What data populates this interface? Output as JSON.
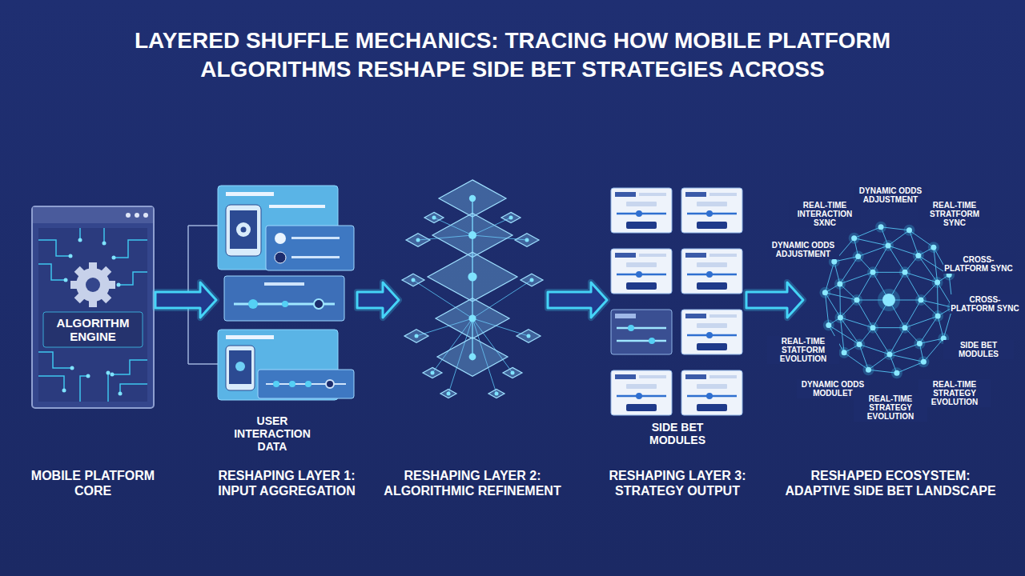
{
  "diagram": {
    "title": "LAYERED SHUFFLE MECHANICS: TRACING HOW MOBILE PLATFORM ALGORITHMS RESHAPE SIDE BET STRATEGIES ACROSS",
    "nodes": [
      {
        "text": [
          "ALGORITHM ENGINE",
          "MOBILE PLATFORM CORE"
        ]
      },
      {
        "text": [
          "USER INTERACTION DATA",
          "RESHAPING LAYER 1: INPUT AGGREGATION"
        ]
      },
      {
        "text": [
          "RESHAPING LAYER 2: ALGORITHMIC REFINEMENT"
        ]
      },
      {
        "text": [
          "SIDE BET MODULES",
          "RESHAPING LAYER 3: STRATEGY OUTPUT"
        ]
      },
      {
        "text": [
          "RESHAPED ECOSYSTEM: ADAPTIVE SIDE BET LANDSCAPE"
        ]
      }
    ],
    "edges": [
      {
        "from": 0,
        "to": 1,
        "arrow": "to"
      },
      {
        "from": 1,
        "to": 2,
        "arrow": "to"
      },
      {
        "from": 2,
        "to": 3,
        "arrow": "to"
      },
      {
        "from": 3,
        "to": 4,
        "arrow": "to"
      }
    ],
    "labels": [
      "DYNAMIC ODDS ADJUSTMENT",
      "REAL-TIME INTERACTION SXNC",
      "REAL-TIME STRATFORM SYNC",
      "DYNAMIC ODDS ADJUSTMENT",
      "CROSS-PLATFORM SYNC",
      "CROSS-PLATFORM SYNC",
      "REAL-TIME STATFORM EVOLUTION",
      "SIDE BET MODULES",
      "DYNAMIC ODDS MODULET",
      "REAL-TIME STRATEGY EVOLUTION",
      "REAL-TIME STRATEGY EVOLUTION"
    ]
  }
}
